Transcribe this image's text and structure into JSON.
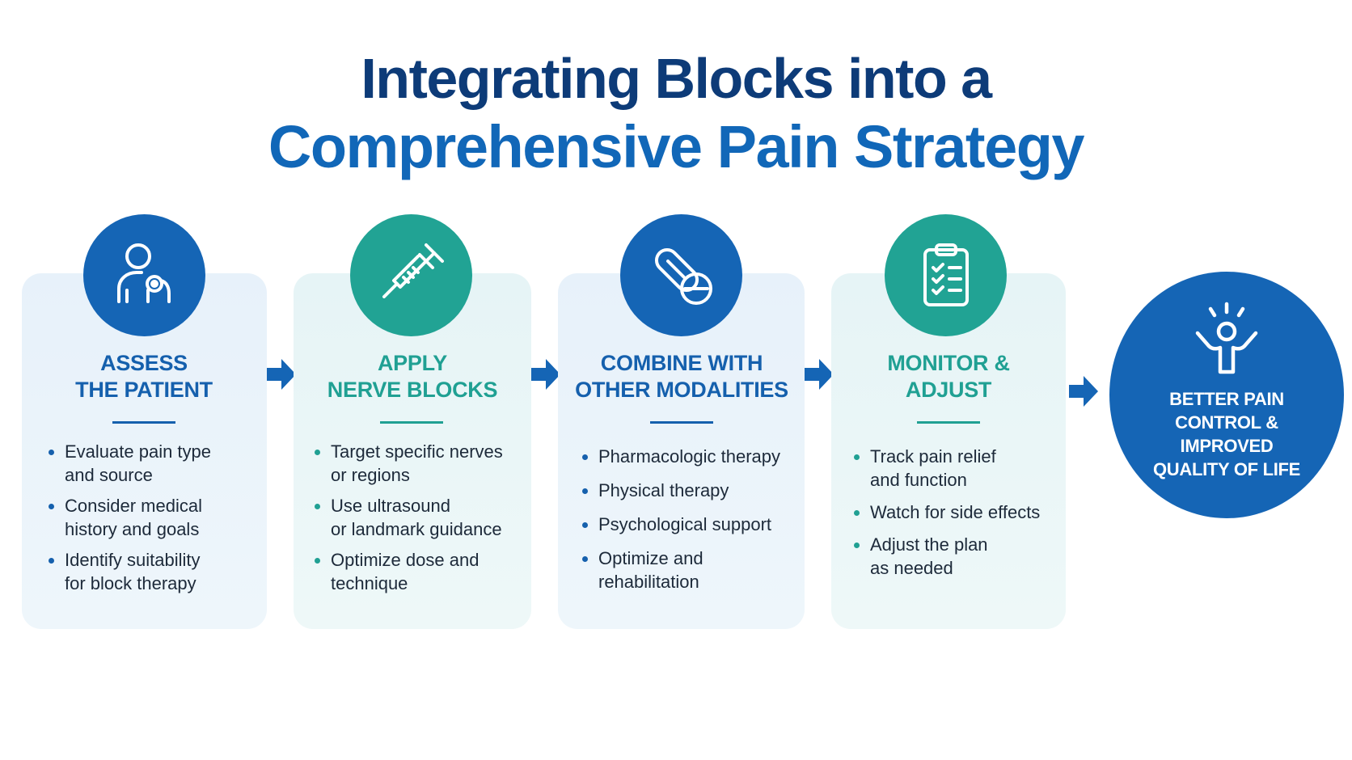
{
  "title": {
    "line1": "Integrating Blocks into a",
    "line2": "Comprehensive Pain Strategy"
  },
  "colors": {
    "navy": "#0d3b78",
    "blue": "#1565b5",
    "teal": "#21a394",
    "text": "#1d2a3a"
  },
  "steps": [
    {
      "icon": "patient-stethoscope-icon",
      "title": [
        "ASSESS",
        "THE PATIENT"
      ],
      "bullets": [
        [
          "Evaluate pain type",
          "and source"
        ],
        [
          "Consider medical",
          "history and goals"
        ],
        [
          "Identify suitability",
          "for block therapy"
        ]
      ]
    },
    {
      "icon": "syringe-icon",
      "title": [
        "APPLY",
        "NERVE BLOCKS"
      ],
      "bullets": [
        [
          "Target specific nerves",
          "or regions"
        ],
        [
          "Use ultrasound",
          "or landmark guidance"
        ],
        [
          "Optimize dose and",
          "technique"
        ]
      ]
    },
    {
      "icon": "pills-icon",
      "title": [
        "COMBINE WITH",
        "OTHER MODALITIES"
      ],
      "bullets": [
        [
          "Pharmacologic therapy"
        ],
        [
          "Physical therapy"
        ],
        [
          "Psychological support"
        ],
        [
          "Optimize and",
          "rehabilitation"
        ]
      ]
    },
    {
      "icon": "clipboard-checklist-icon",
      "title": [
        "MONITOR &",
        "ADJUST"
      ],
      "bullets": [
        [
          "Track pain relief",
          "and function"
        ],
        [
          "Watch for side effects"
        ],
        [
          "Adjust the plan",
          "as needed"
        ]
      ]
    }
  ],
  "outcome": {
    "icon": "celebrating-person-icon",
    "lines": [
      "BETTER PAIN",
      "CONTROL &",
      "IMPROVED",
      "QUALITY OF LIFE"
    ]
  }
}
